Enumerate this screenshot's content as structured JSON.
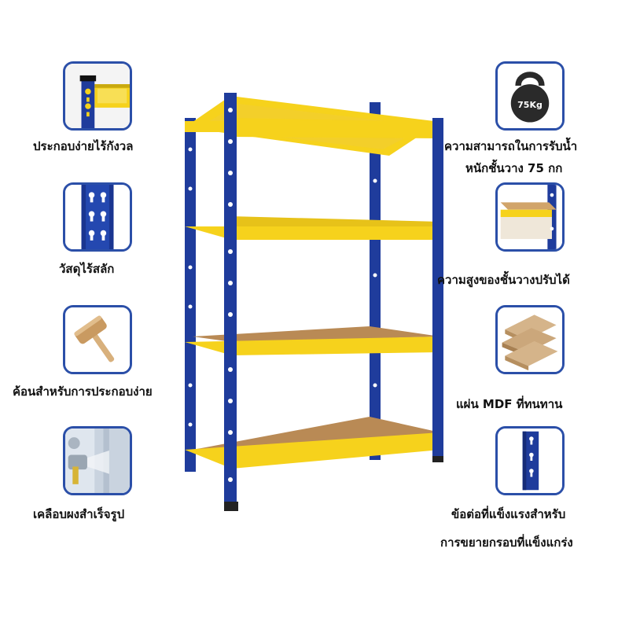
{
  "colors": {
    "frame_blue": "#1f3c9c",
    "shelf_yellow": "#f6d21c",
    "board_mdf": "#b98a55",
    "thumb_border": "#2b4fa8"
  },
  "features_left": [
    {
      "icon": "upright-joint-icon",
      "label": "ประกอบง่ายไร้กังวล"
    },
    {
      "icon": "slotted-upright-icon",
      "label": "วัสดุไร้สลัก"
    },
    {
      "icon": "rubber-mallet-icon",
      "label": "ค้อนสำหรับการประกอบง่าย"
    },
    {
      "icon": "powder-coating-icon",
      "label": "เคลือบผงสำเร็จรูป"
    }
  ],
  "features_right": [
    {
      "icon": "kettlebell-icon",
      "badge": "75Kg",
      "label_line1": "ความสามารถในการรับน้ำ",
      "label_line2": "หนักชั้นวาง 75 กก"
    },
    {
      "icon": "adjustable-shelf-icon",
      "label": "ความสูงของชั้นวางปรับได้"
    },
    {
      "icon": "mdf-board-icon",
      "label": "แผ่น MDF ที่ทนทาน"
    },
    {
      "icon": "strong-connector-icon",
      "label_line1": "ข้อต่อที่แข็งแรงสำหรับ",
      "label_line2": "การขยายกรอบที่แข็งแกร่ง"
    }
  ],
  "product": {
    "icon": "boltless-shelving-unit-image"
  }
}
